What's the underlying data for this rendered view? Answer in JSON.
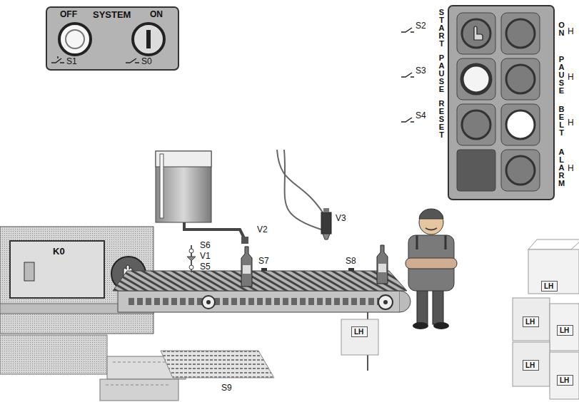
{
  "diagram": {
    "nodes": [
      {
        "text": [
          "SYSTEM"
        ]
      },
      {
        "text": [
          "K0"
        ]
      },
      {
        "text": [
          "LH"
        ]
      },
      {
        "text": [
          "LH"
        ]
      },
      {
        "text": [
          "LH"
        ]
      },
      {
        "text": [
          "LH"
        ]
      },
      {
        "text": [
          "LH"
        ]
      },
      {
        "text": [
          "LH"
        ]
      }
    ],
    "labels": [
      "OFF",
      "ON",
      "S1",
      "S0",
      "S2",
      "START",
      "S3",
      "PAUSE",
      "S4",
      "RESET",
      "ON",
      "H",
      "PAUSE",
      "H",
      "BELT",
      "H",
      "ALARM",
      "H",
      "S6",
      "V1",
      "S5",
      "V2",
      "V3",
      "S7",
      "S8",
      "S9"
    ]
  }
}
